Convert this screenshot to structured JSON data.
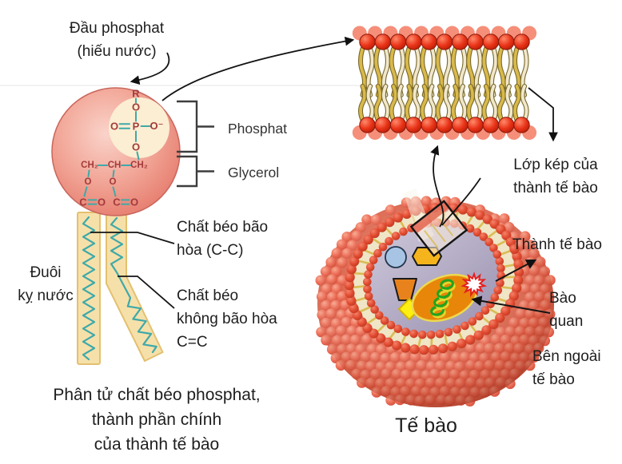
{
  "head_label": {
    "line1": "Đầu phosphat",
    "line2": "(hiếu nước)"
  },
  "molecule": {
    "R": "R",
    "O_top": "O",
    "O_left": "O",
    "P": "P",
    "O_right": "O⁻",
    "O_bottom": "O",
    "CH2_left": "CH₂",
    "CH_mid": "CH",
    "CH2_right": "CH₂",
    "O_ester_left": "O",
    "O_ester_right": "O",
    "C_left": "C",
    "O_carbonyl_left": "O",
    "C_right": "C",
    "O_carbonyl_right": "O"
  },
  "bracket_labels": {
    "phosphat": "Phosphat",
    "glycerol": "Glycerol"
  },
  "fat_labels": {
    "saturated_line1": "Chất béo bão",
    "saturated_line2": "hòa (C-C)",
    "unsaturated_line1": "Chất béo",
    "unsaturated_line2": "không bão hòa",
    "unsaturated_line3": "C=C"
  },
  "tail_label": {
    "line1": "Đuôi",
    "line2": "kỵ nước"
  },
  "molecule_caption": {
    "line1": "Phân tử chất béo phosphat,",
    "line2": "thành phần chính",
    "line3": "của thành tế bào"
  },
  "bilayer_label": {
    "line1": "Lớp kép của",
    "line2": "thành tế bào"
  },
  "cell_labels": {
    "cell_wall": "Thành tế bào",
    "organelle_line1": "Bào",
    "organelle_line2": "quan",
    "outside_line1": "Bên ngoài",
    "outside_line2": "tế bào",
    "caption": "Tế bào"
  },
  "colors": {
    "head_red": "#E93318",
    "head_light": "#F58F7A",
    "tail_gold": "#D9B94A",
    "tail_cream": "#F0E7CC",
    "tail_outline": "#77672A",
    "molecule_circle": "#ED8B7D",
    "inner_circle": "#FBEED2",
    "bond_teal": "#3FA9A9",
    "atom_maroon": "#A33B3B",
    "fat_tail_fill": "#F6E0A9",
    "fat_tail_border": "#E3C070",
    "cell_bead": "#EF8670",
    "cytoplasm": "#B3ABC4",
    "band_cream": "#F0E5C4",
    "organelle_orange_dark": "#E8821C",
    "organelle_orange": "#E8860A",
    "organelle_amber": "#F6B41C",
    "organelle_blue": "#A8C4E5",
    "organelle_yellow": "#FCEF11",
    "starburst_red": "#E51F1F",
    "coil_green": "#1FA51F",
    "coil_yellow": "#DFDB2E",
    "line_black": "#141414"
  }
}
